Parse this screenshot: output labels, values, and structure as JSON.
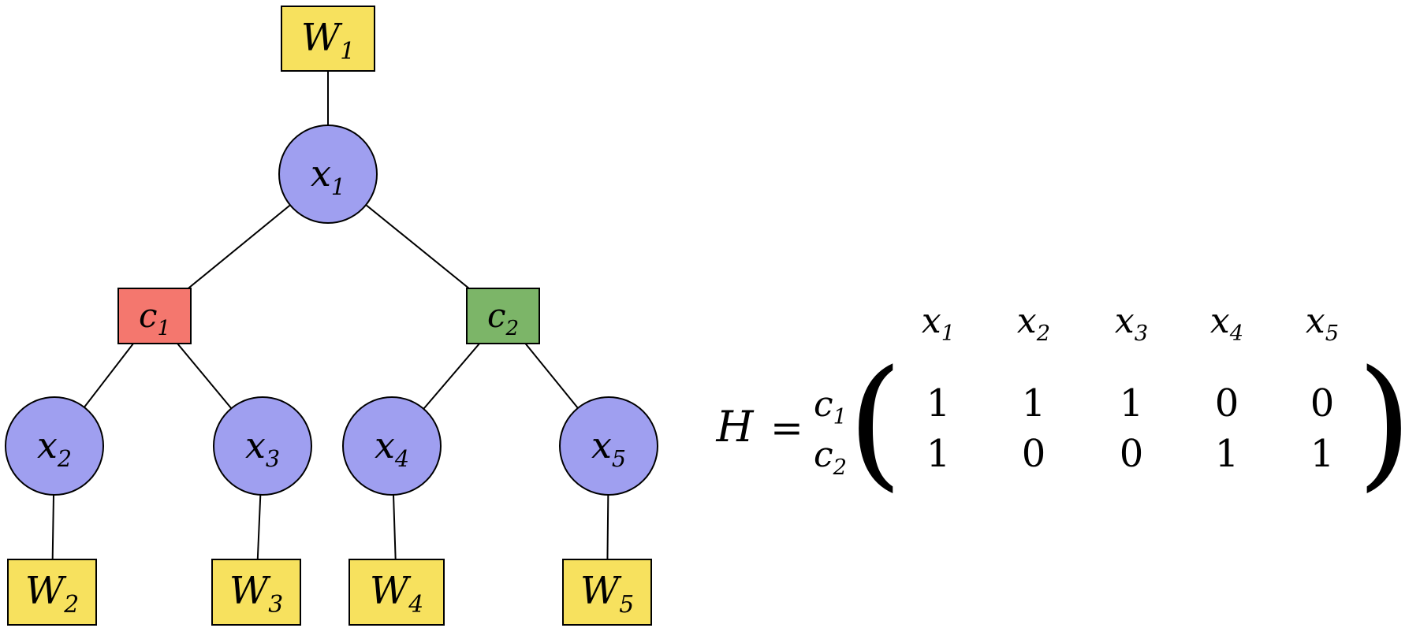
{
  "colors": {
    "variable_fill": "#9f9ff0",
    "weight_fill": "#f7e15e",
    "check1_fill": "#f4776e",
    "check2_fill": "#7cb568",
    "stroke": "#000000",
    "col_header_blue": "#2222e0",
    "row_label_red": "#dd2222",
    "row_label_green": "#1a8a1a"
  },
  "nodes": {
    "W1": {
      "main": "W",
      "sub": "1"
    },
    "W2": {
      "main": "W",
      "sub": "2"
    },
    "W3": {
      "main": "W",
      "sub": "3"
    },
    "W4": {
      "main": "W",
      "sub": "4"
    },
    "W5": {
      "main": "W",
      "sub": "5"
    },
    "x1": {
      "main": "x",
      "sub": "1"
    },
    "x2": {
      "main": "x",
      "sub": "2"
    },
    "x3": {
      "main": "x",
      "sub": "3"
    },
    "x4": {
      "main": "x",
      "sub": "4"
    },
    "x5": {
      "main": "x",
      "sub": "5"
    },
    "c1": {
      "main": "c",
      "sub": "1"
    },
    "c2": {
      "main": "c",
      "sub": "2"
    }
  },
  "matrix": {
    "lhs": {
      "symbol": "H",
      "equals": "="
    },
    "open_paren": "(",
    "close_paren": ")",
    "col_headers": [
      {
        "main": "x",
        "sub": "1"
      },
      {
        "main": "x",
        "sub": "2"
      },
      {
        "main": "x",
        "sub": "3"
      },
      {
        "main": "x",
        "sub": "4"
      },
      {
        "main": "x",
        "sub": "5"
      }
    ],
    "row_labels": [
      {
        "main": "c",
        "sub": "1"
      },
      {
        "main": "c",
        "sub": "2"
      }
    ],
    "rows": [
      [
        "1",
        "1",
        "1",
        "0",
        "0"
      ],
      [
        "1",
        "0",
        "0",
        "1",
        "1"
      ]
    ]
  }
}
